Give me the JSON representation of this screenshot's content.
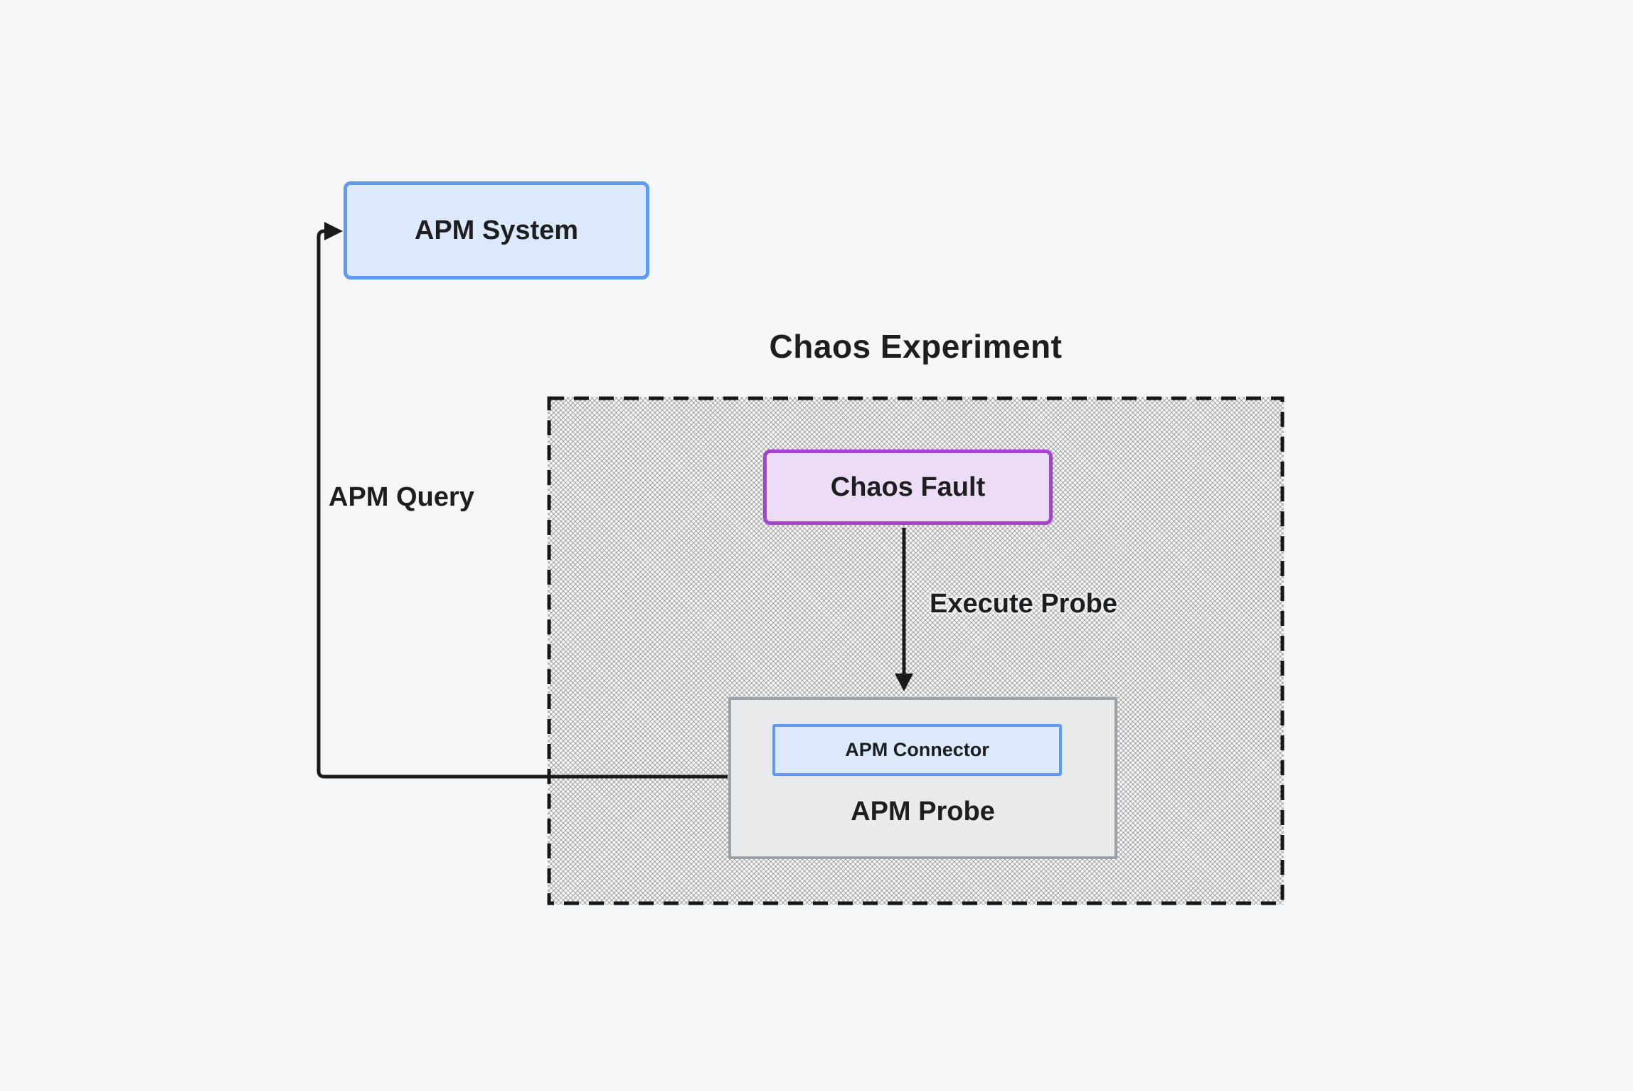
{
  "page": {
    "background_color": "#f5f6f8",
    "text_color": "#1d1e20",
    "line_color": "#1a1a1a"
  },
  "diagram": {
    "title": "Chaos Experiment",
    "nodes": {
      "apm_system": {
        "label": "APM System",
        "fill": "#dbe9fb",
        "border_color": "#5e9bef"
      },
      "chaos_fault": {
        "label": "Chaos Fault",
        "fill": "#eddcf5",
        "border_color": "#a643d1"
      },
      "apm_probe": {
        "label": "APM Probe",
        "fill": "#e9eaec",
        "border_color": "#9aa1a9"
      },
      "apm_connector": {
        "label": "APM Connector",
        "fill": "#dbe9fb",
        "border_color": "#5e9bef"
      }
    },
    "edges": {
      "execute_probe": {
        "label": "Execute Probe",
        "from": "chaos_fault",
        "to": "apm_probe"
      },
      "apm_query": {
        "label": "APM Query",
        "from": "apm_probe",
        "to": "apm_system"
      }
    }
  }
}
